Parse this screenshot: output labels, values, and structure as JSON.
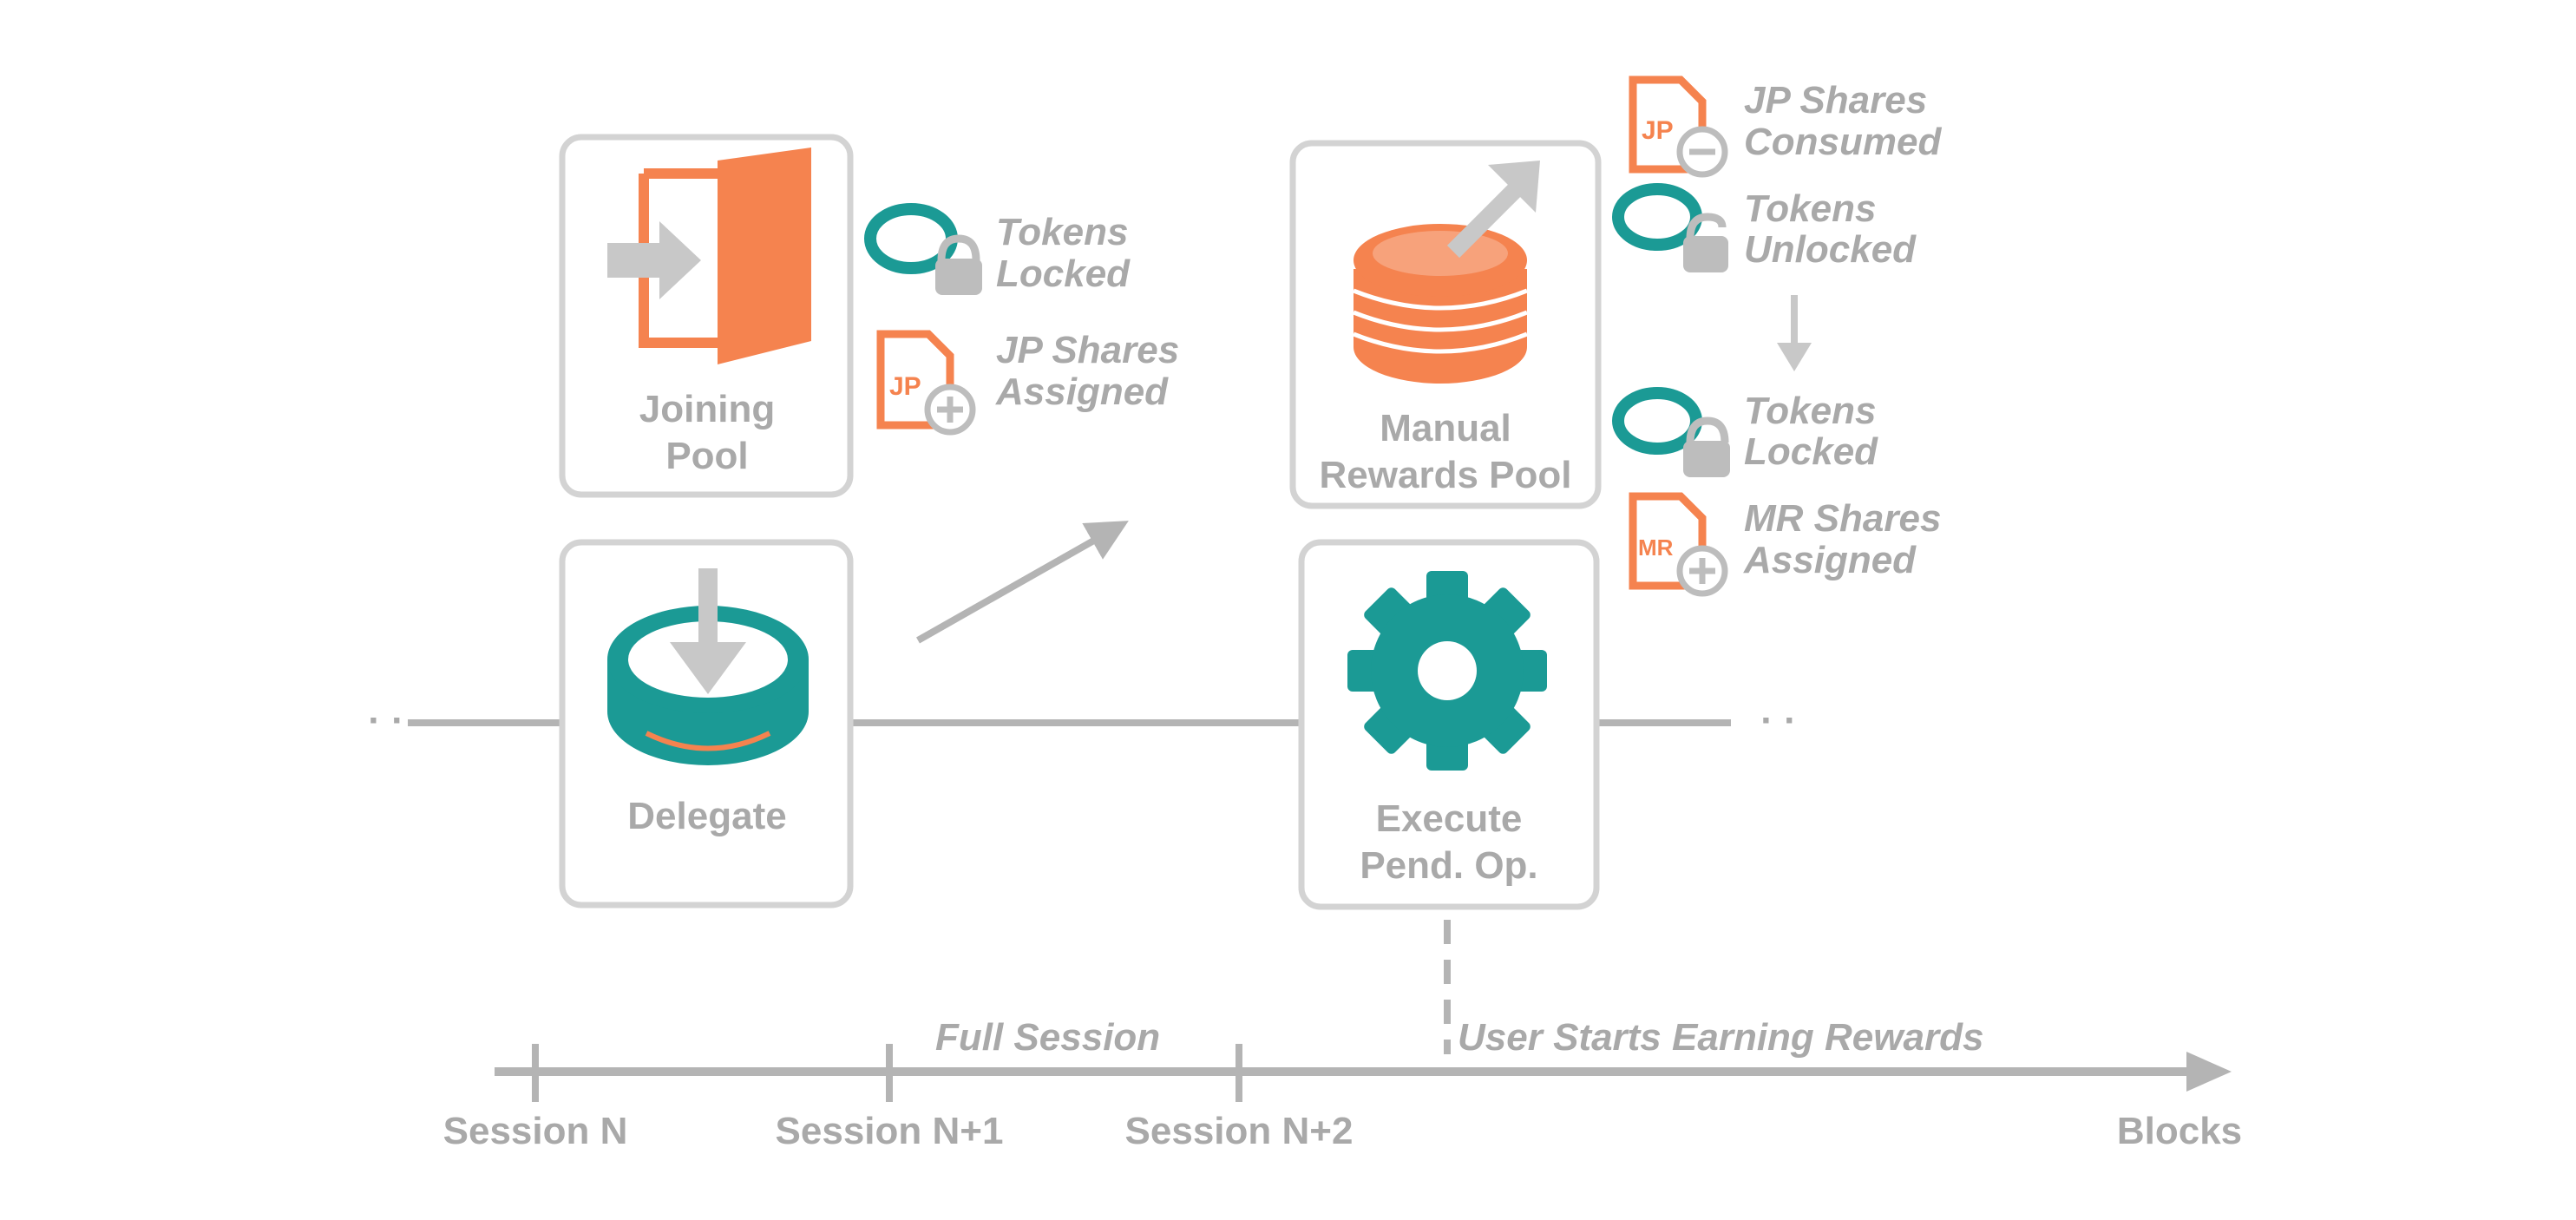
{
  "colors": {
    "orange": "#f5834f",
    "teal": "#1b9a95",
    "gray_text": "#a9a9a9",
    "gray_line": "#b4b4b4",
    "box_border": "#d3d3d3"
  },
  "boxes": {
    "joining_pool": {
      "line1": "Joining",
      "line2": "Pool",
      "icon": "door-enter-icon"
    },
    "delegate": {
      "label": "Delegate",
      "icon": "coin-deposit-icon"
    },
    "manual_rewards_pool": {
      "line1": "Manual",
      "line2": "Rewards Pool",
      "icon": "coin-stack-withdraw-icon"
    },
    "execute_pend_op": {
      "line1": "Execute",
      "line2": "Pend. Op.",
      "icon": "gear-icon"
    }
  },
  "annotations": {
    "tokens_locked_1": {
      "line1": "Tokens",
      "line2": "Locked",
      "icon": "token-lock-icon"
    },
    "jp_shares_assigned": {
      "line1": "JP Shares",
      "line2": "Assigned",
      "badge": "JP",
      "icon": "document-plus-icon"
    },
    "jp_shares_consumed": {
      "line1": "JP Shares",
      "line2": "Consumed",
      "badge": "JP",
      "icon": "document-minus-icon"
    },
    "tokens_unlocked": {
      "line1": "Tokens",
      "line2": "Unlocked",
      "icon": "token-unlock-icon"
    },
    "tokens_locked_2": {
      "line1": "Tokens",
      "line2": "Locked",
      "icon": "token-lock-icon"
    },
    "mr_shares_assigned": {
      "line1": "MR Shares",
      "line2": "Assigned",
      "badge": "MR",
      "icon": "document-plus-icon"
    }
  },
  "timeline": {
    "ticks": [
      "Session N",
      "Session N+1",
      "Session N+2"
    ],
    "full_session": "Full Session",
    "user_starts": "User Starts Earning Rewards",
    "axis_label": "Blocks"
  },
  "ellipsis_left": "· ·",
  "ellipsis_right": "· ·"
}
